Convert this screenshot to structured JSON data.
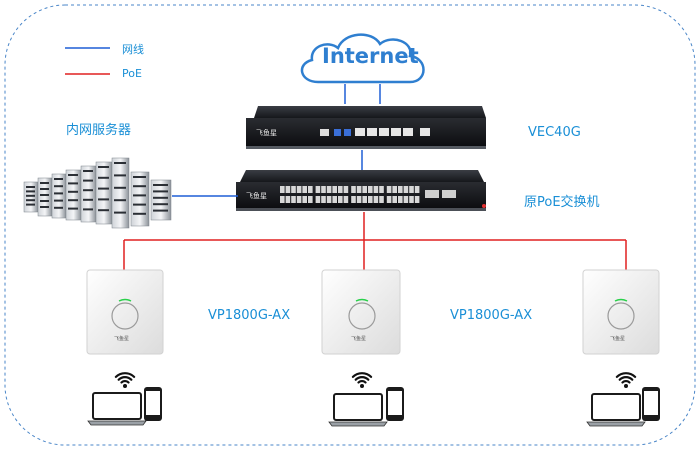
{
  "legend": [
    {
      "label": "网线",
      "color": "#1f5fd6"
    },
    {
      "label": "PoE",
      "color": "#e02020"
    }
  ],
  "nodes": {
    "internet": {
      "label": "Internet",
      "icon": "cloud-icon"
    },
    "router": {
      "label": "VEC40G",
      "brand": "飞鱼星",
      "icon": "router-icon"
    },
    "switch": {
      "label": "原PoE交换机",
      "brand": "飞鱼星",
      "icon": "switch-icon"
    },
    "servers": {
      "label": "内网服务器",
      "icon": "server-rack-icon"
    },
    "ap_left": {
      "brand": "飞鱼星",
      "icon": "access-point-icon"
    },
    "ap_mid": {
      "brand": "飞鱼星",
      "icon": "access-point-icon"
    },
    "ap_right": {
      "brand": "飞鱼星",
      "icon": "access-point-icon"
    }
  },
  "ap_labels": [
    "VP1800G-AX",
    "VP1800G-AX"
  ],
  "client_icons": [
    "laptop-icon",
    "phone-icon",
    "wifi-icon"
  ]
}
